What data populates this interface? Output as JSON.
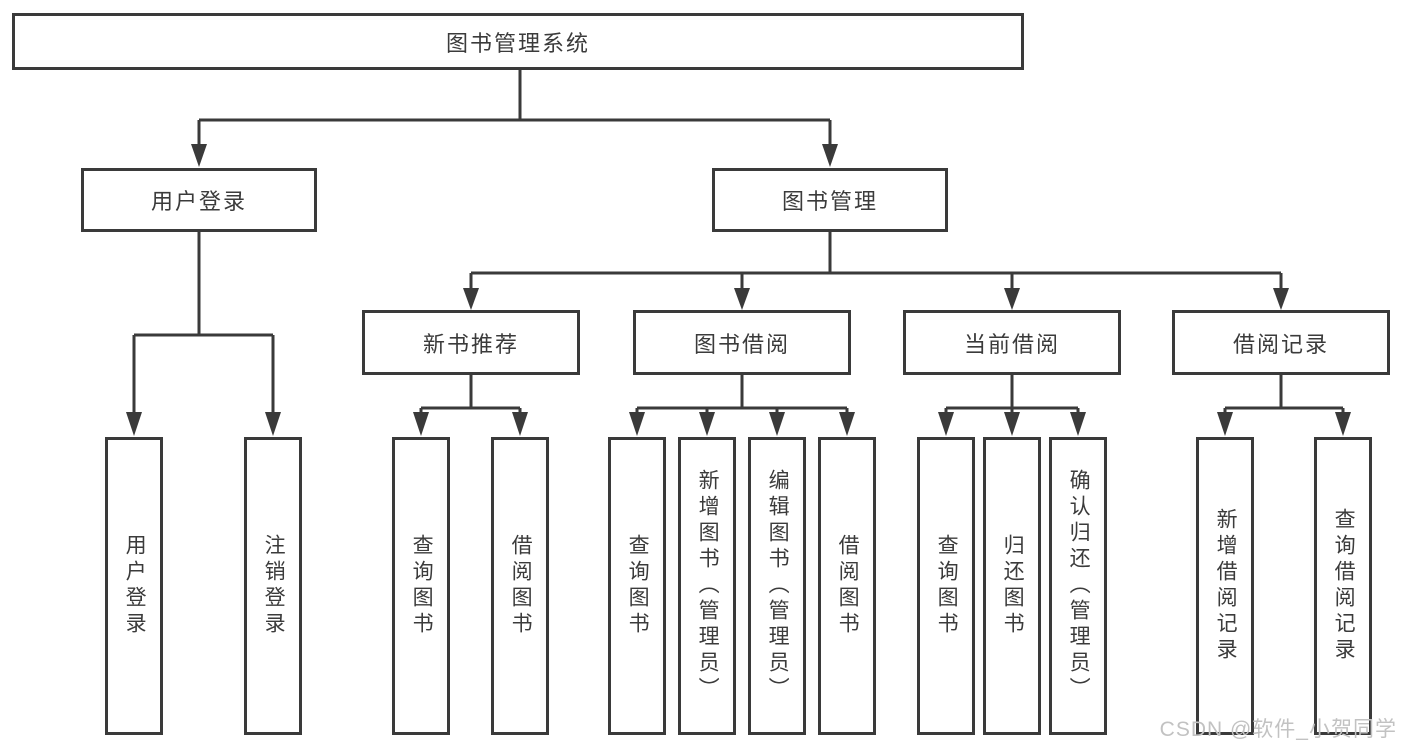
{
  "diagram": {
    "root": {
      "label": "图书管理系统"
    },
    "level2": [
      {
        "label": "用户登录"
      },
      {
        "label": "图书管理"
      }
    ],
    "level3": [
      {
        "label": "新书推荐"
      },
      {
        "label": "图书借阅"
      },
      {
        "label": "当前借阅"
      },
      {
        "label": "借阅记录"
      }
    ],
    "leaves": {
      "user_login": [
        {
          "label": "用户登录"
        },
        {
          "label": "注销登录"
        }
      ],
      "new_book_recommend": [
        {
          "label": "查询图书"
        },
        {
          "label": "借阅图书"
        }
      ],
      "book_borrowing": [
        {
          "label": "查询图书"
        },
        {
          "label": "新增图书（管理员）"
        },
        {
          "label": "编辑图书（管理员）"
        },
        {
          "label": "借阅图书"
        }
      ],
      "current_borrowing": [
        {
          "label": "查询图书"
        },
        {
          "label": "归还图书"
        },
        {
          "label": "确认归还（管理员）"
        }
      ],
      "borrowing_records": [
        {
          "label": "新增借阅记录"
        },
        {
          "label": "查询借阅记录"
        }
      ]
    }
  },
  "watermark": {
    "text": "CSDN @软件_小贺同学"
  },
  "colors": {
    "line": "#3a3a3a",
    "text": "#3b3b3b",
    "watermark": "#c2c2c2",
    "background": "#ffffff"
  }
}
